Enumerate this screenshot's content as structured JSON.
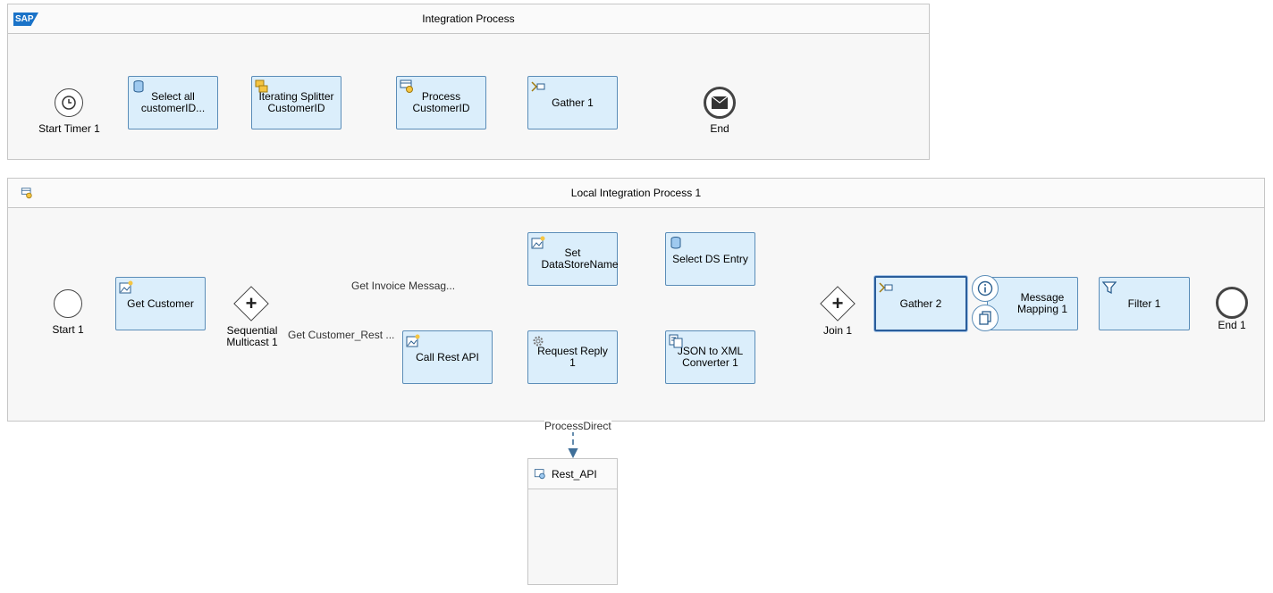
{
  "pools": {
    "main": {
      "title": "Integration Process",
      "logo": "SAP"
    },
    "local": {
      "title": "Local Integration Process 1"
    },
    "receiver": {
      "title": "Rest_API"
    }
  },
  "main_flow": {
    "start": "Start Timer 1",
    "select": "Select all customerID...",
    "splitter": "Iterating Splitter CustomerID",
    "process": "Process CustomerID",
    "gather": "Gather 1",
    "end": "End"
  },
  "local_flow": {
    "start": "Start 1",
    "get_customer": "Get Customer",
    "multicast": "Sequential Multicast 1",
    "branch1_label": "Get Invoice Messag...",
    "branch2_label": "Get Customer_Rest ...",
    "set_ds": "Set DataStoreName",
    "select_ds": "Select DS Entry",
    "call_rest": "Call Rest API",
    "request_reply": "Request Reply 1",
    "json_xml": "JSON to XML Converter 1",
    "join": "Join 1",
    "gather2": "Gather 2",
    "mapping": "Message Mapping 1",
    "filter": "Filter 1",
    "end": "End 1",
    "adapter_label": "ProcessDirect"
  }
}
